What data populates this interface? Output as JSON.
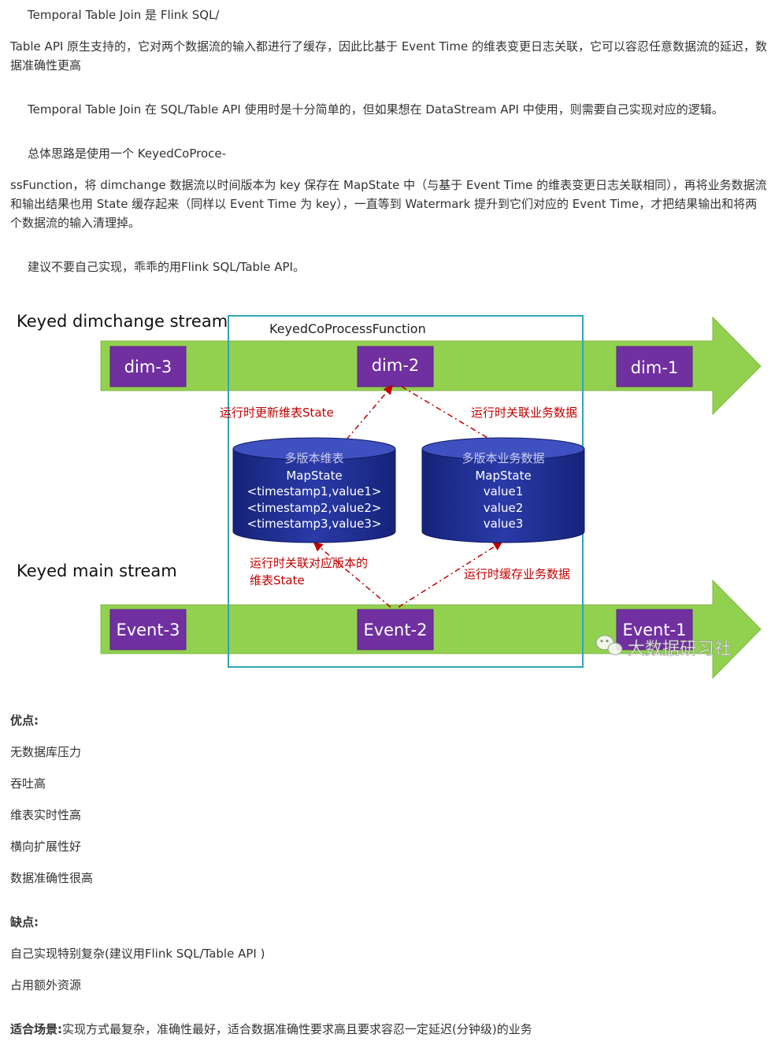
{
  "article": {
    "p1_line1": "Temporal Table Join 是 Flink SQL/",
    "p1_line2": "Table API 原生支持的，它对两个数据流的输入都进行了缓存，因此比基于 Event Time 的维表变更日志关联，它可以容忍任意数据流的延迟，数据准确性更高",
    "p2": "Temporal Table Join 在 SQL/Table API 使用时是十分简单的，但如果想在 DataStream API 中使用，则需要自己实现对应的逻辑。",
    "p3_line1": "总体思路是使用一个 KeyedCoProce-",
    "p3_line2": "ssFunction，将 dimchange 数据流以时间版本为 key 保存在 MapState 中（与基于 Event Time 的维表变更日志关联相同），再将业务数据流和输出结果也用 State 缓存起来（同样以 Event Time 为 key），一直等到 Watermark 提升到它们对应的 Event Time，才把结果输出和将两个数据流的输入清理掉。",
    "p4": "建议不要自己实现，乖乖的用Flink SQL/Table API。"
  },
  "diagram": {
    "dim_stream_label": "Keyed dimchange stream",
    "main_stream_label": "Keyed main stream",
    "function_label": "KeyedCoProcessFunction",
    "dim_boxes": [
      "dim-3",
      "dim-2",
      "dim-1"
    ],
    "event_boxes": [
      "Event-3",
      "Event-2",
      "Event-1"
    ],
    "arrow_update_state": "运行时更新维表State",
    "arrow_join_business": "运行时关联业务数据",
    "arrow_join_version_l1": "运行时关联对应版本的",
    "arrow_join_version_l2": "维表State",
    "arrow_cache_business": "运行时缓存业务数据",
    "cyl_left_title": "多版本维表",
    "cyl_left_lines": [
      "MapState",
      "<timestamp1,value1>",
      "<timestamp2,value2>",
      "<timestamp3,value3>"
    ],
    "cyl_right_title": "多版本业务数据",
    "cyl_right_lines": [
      "MapState",
      "value1",
      "value2",
      "value3"
    ],
    "watermark": "大数据研习社",
    "colors": {
      "stream": "#92d050",
      "box": "#7030a0",
      "cylinder": "#1f2f8f",
      "frame": "#31a6b8",
      "annotation": "#c00000"
    }
  },
  "pros": {
    "title": "优点:",
    "items": [
      "无数据库压力",
      "吞吐高",
      "维表实时性高",
      "横向扩展性好",
      "数据准确性很高"
    ]
  },
  "cons": {
    "title": "缺点:",
    "items": [
      "自己实现特别复杂(建议用Flink SQL/Table API )",
      "占用额外资源"
    ]
  },
  "scenario": {
    "label": "适合场景:",
    "text": "实现方式最复杂，准确性最好，适合数据准确性要求高且要求容忍一定延迟(分钟级)的业务"
  }
}
